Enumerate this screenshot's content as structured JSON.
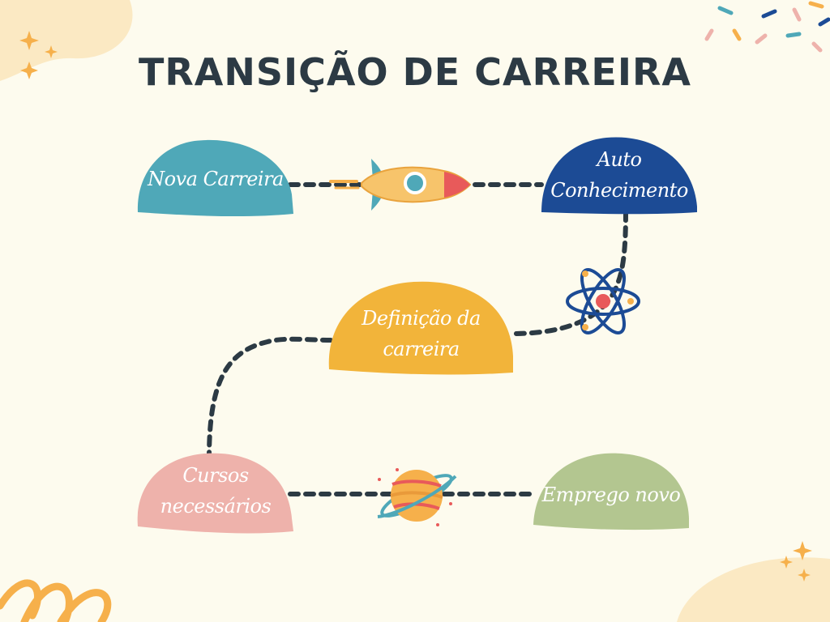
{
  "title": "TRANSIÇÃO DE CARREIRA",
  "steps": [
    {
      "label_lines": [
        "Nova Carreira"
      ],
      "color": "#4fa8b8"
    },
    {
      "label_lines": [
        "Auto",
        "Conhecimento"
      ],
      "color": "#1c4b95"
    },
    {
      "label_lines": [
        "Definição da",
        "carreira"
      ],
      "color": "#f2b43a"
    },
    {
      "label_lines": [
        "Cursos",
        "necessários"
      ],
      "color": "#eeb2ab"
    },
    {
      "label_lines": [
        "Emprego novo"
      ],
      "color": "#b3c690"
    }
  ],
  "icons": [
    "rocket-icon",
    "atom-icon",
    "planet-icon"
  ],
  "colors": {
    "background": "#fdfbee",
    "title": "#2c3a44",
    "path_line": "#2c3a44",
    "accent_orange": "#f6b04b"
  }
}
